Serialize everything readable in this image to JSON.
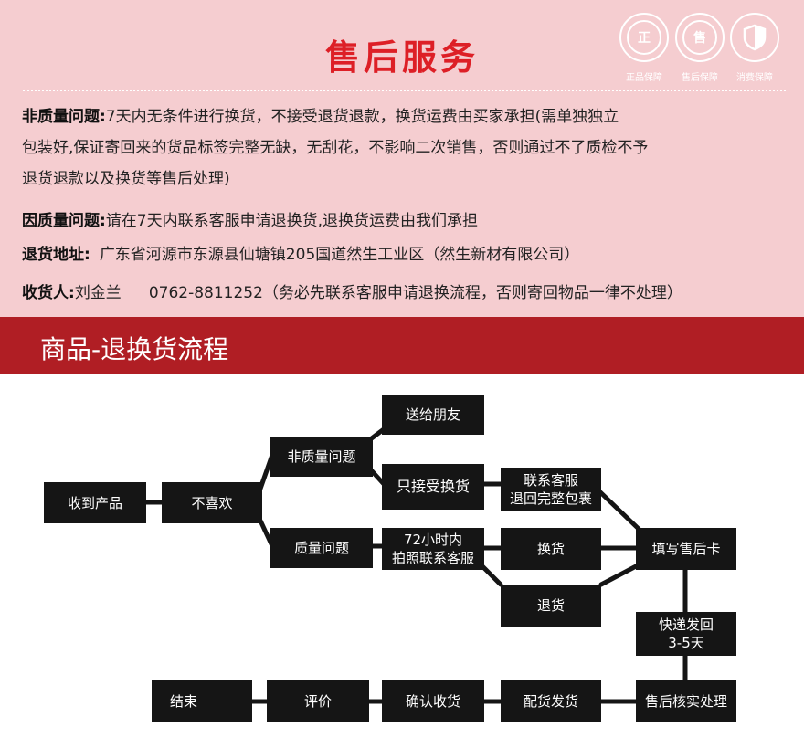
{
  "header": {
    "title": "售后服务",
    "badges": [
      {
        "glyph": "正",
        "caption": "正品保障",
        "icon": "authentic-icon"
      },
      {
        "glyph": "售",
        "caption": "售后保障",
        "icon": "aftersale-icon"
      },
      {
        "glyph": "",
        "caption": "消费保障",
        "icon": "shield-icon"
      }
    ]
  },
  "policy": {
    "non_quality_label": "非质量问题:",
    "non_quality_text_1": "7天内无条件进行换货，不接受退货退款，换货运费由买家承担(需单独独立",
    "non_quality_text_2": "包装好,保证寄回来的货品标签完整无缺，无刮花，不影响二次销售，否则通过不了质检不予",
    "non_quality_text_3": "退货退款以及换货等售后处理)",
    "quality_label": "因质量问题:",
    "quality_text": "请在7天内联系客服申请退换货,退换货运费由我们承担",
    "address_label": "退货地址:",
    "address_text": "广东省河源市东源县仙塘镇205国道然生工业区（然生新材有限公司）",
    "receiver_label": "收货人:",
    "receiver_name": "刘金兰",
    "receiver_phone": "0762-8811252",
    "receiver_note": "（务必先联系客服申请退换流程，否则寄回物品一律不处理）"
  },
  "flow": {
    "section_title": "商品-退换货流程",
    "receive": "收到产品",
    "dislike": "不喜欢",
    "non_quality": "非质量问题",
    "quality": "质量问题",
    "gift": "送给朋友",
    "exchange_only": "只接受换货",
    "contact_1": "联系客服",
    "contact_2": "退回完整包裹",
    "photo_1": "72小时内",
    "photo_2": "拍照联系客服",
    "exchange": "换货",
    "refund": "退货",
    "fill_card": "填写售后卡",
    "express_1": "快递发回",
    "express_2": "3-5天",
    "verify": "售后核实处理",
    "ship": "配货发货",
    "confirm": "确认收货",
    "review": "评价",
    "end": "结束"
  }
}
